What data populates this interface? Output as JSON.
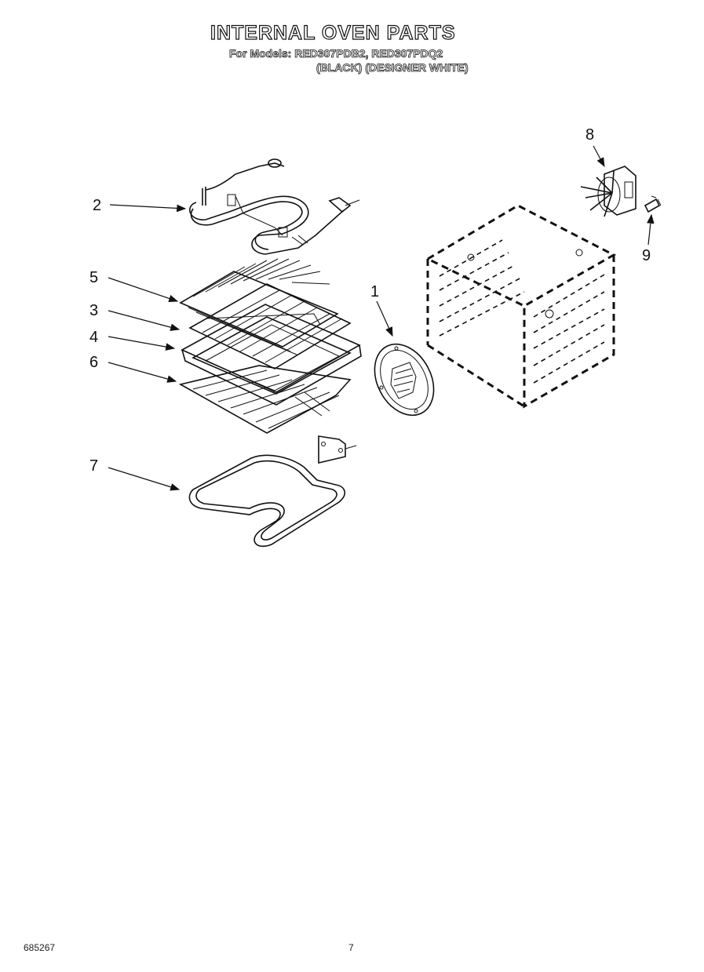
{
  "header": {
    "title": "INTERNAL OVEN PARTS",
    "models_line": "For Models: RED307PDB2, RED307PDQ2",
    "variants_line": "(BLACK)  (DESIGNER WHITE)"
  },
  "callouts": {
    "c1": "1",
    "c2": "2",
    "c3": "3",
    "c4": "4",
    "c5": "5",
    "c6": "6",
    "c7": "7",
    "c8": "8",
    "c9": "9"
  },
  "footer": {
    "document_number": "685267",
    "page_number": "7"
  }
}
